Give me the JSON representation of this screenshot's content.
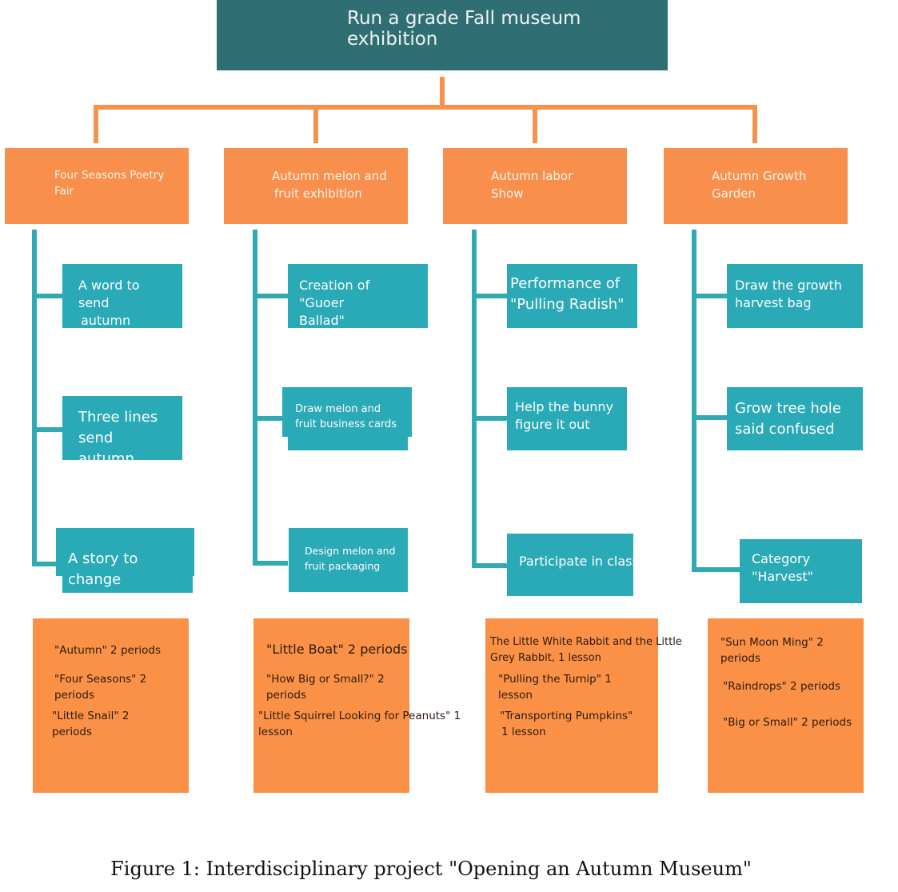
{
  "root": {
    "label": "Run a grade Fall museum exhibition"
  },
  "columns": [
    {
      "category": [
        "Four Seasons Poetry",
        "Fair"
      ],
      "activities": [
        [
          "A word to send",
          "autumn"
        ],
        [
          "Three lines",
          "send autumn"
        ],
        [
          "A story to change"
        ]
      ],
      "lessons": [
        "\"Autumn\" 2 periods",
        "\"Four Seasons\" 2",
        "periods",
        "\"Little Snail\" 2",
        "periods"
      ]
    },
    {
      "category": [
        "Autumn melon and",
        "fruit exhibition"
      ],
      "activities": [
        [
          "Creation of \"Guoer",
          "Ballad\""
        ],
        [
          "Draw melon and",
          "fruit business cards"
        ],
        [
          "Design melon and",
          "fruit packaging"
        ]
      ],
      "lessons": [
        "\"Little Boat\" 2 periods",
        "\"How Big or Small?\" 2",
        "periods",
        "\"Little Squirrel Looking for Peanuts\" 1",
        "lesson"
      ]
    },
    {
      "category": [
        "Autumn labor",
        "Show"
      ],
      "activities": [
        [
          "Performance of",
          "\"Pulling Radish\""
        ],
        [
          "Help the bunny",
          "figure it out"
        ],
        [
          "Participate in class work"
        ]
      ],
      "lessons": [
        "The Little White Rabbit and the Little",
        "Grey Rabbit, 1 lesson",
        "\"Pulling the Turnip\" 1",
        "lesson",
        "\"Transporting Pumpkins\"",
        "1 lesson"
      ]
    },
    {
      "category": [
        "Autumn Growth",
        "Garden"
      ],
      "activities": [
        [
          "Draw the growth",
          "harvest bag"
        ],
        [
          "Grow tree hole",
          "said confused"
        ],
        [
          "Category",
          "\"Harvest\""
        ]
      ],
      "lessons": [
        "\"Sun Moon Ming\" 2",
        "periods",
        "\"Raindrops\" 2 periods",
        "\"Big or Small\" 2 periods"
      ]
    }
  ],
  "caption": "Figure 1: Interdisciplinary project \"Opening an Autumn Museum\""
}
